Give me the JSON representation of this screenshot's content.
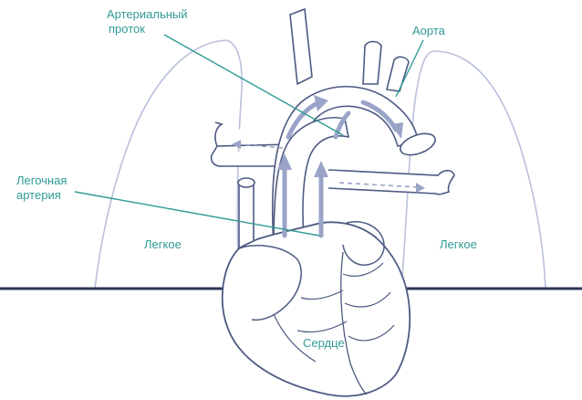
{
  "labels": {
    "ductus_line1": "Артериальный",
    "ductus_line2": "проток",
    "aorta": "Аорта",
    "pulm_line1": "Легочная",
    "pulm_line2": "артерия",
    "lung_left": "Легкое",
    "lung_right": "Легкое",
    "heart": "Сердце"
  },
  "colors": {
    "outline": "#4d5a82",
    "lung": "#b9c0dc",
    "arrow": "#9aa4c8",
    "leader": "#2f9a94",
    "ground": "#2c3553",
    "background": "#ffffff"
  }
}
